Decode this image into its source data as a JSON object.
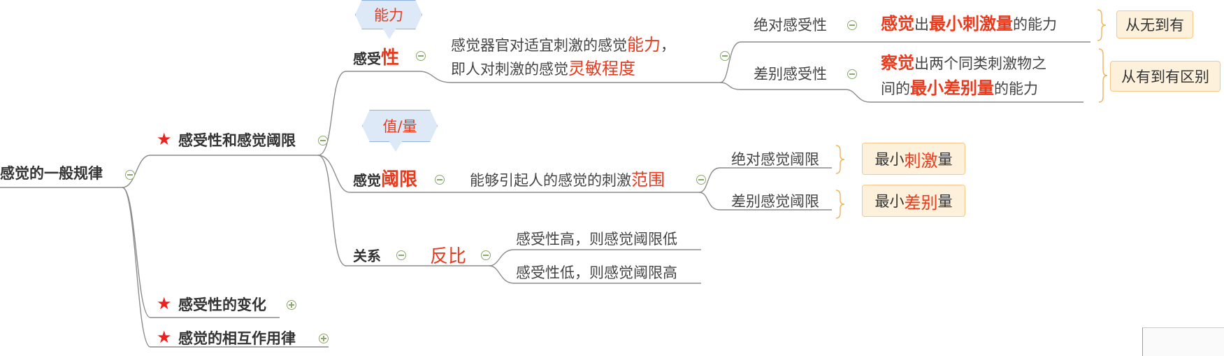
{
  "root": "感觉的一般规律",
  "branches": {
    "sensitivity_threshold": "感受性和感觉阈限",
    "sensitivity_change": "感受性的变化",
    "interaction": "感觉的相互作用律"
  },
  "sensitivity": {
    "label_prefix": "感受",
    "label_highlight": "性",
    "callout": "能力",
    "definition_line1_pre": "感觉器官对适宜刺激的感觉",
    "definition_line1_hl": "能力",
    "definition_line1_post": "，",
    "definition_line2_pre": "即人对刺激的感觉",
    "definition_line2_hl": "灵敏程度",
    "absolute": {
      "label": "绝对感受性",
      "desc_hl1": "感觉",
      "desc_mid": "出",
      "desc_hl2": "最小刺激量",
      "desc_post": "的能力",
      "note": "从无到有"
    },
    "difference": {
      "label": "差别感受性",
      "desc_hl1": "察觉",
      "desc_line1_rest": "出两个同类刺激物之",
      "desc_line2_pre": "间的",
      "desc_hl2": "最小差别量",
      "desc_post": "的能力",
      "note": "从有到有区别"
    }
  },
  "threshold": {
    "label_prefix": "感觉",
    "label_highlight": "阈限",
    "callout": "值/量",
    "definition_pre": "能够引起人的感觉的刺激",
    "definition_hl": "范围",
    "absolute": {
      "label": "绝对感觉阈限",
      "note_pre": "最小",
      "note_hl": "刺激",
      "note_post": "量"
    },
    "difference": {
      "label": "差别感觉阈限",
      "note_pre": "最小",
      "note_hl": "差别",
      "note_post": "量"
    }
  },
  "relation": {
    "label": "关系",
    "value": "反比",
    "line1": "感受性高，则感觉阈限低",
    "line2": "感受性低，则感觉阈限高"
  },
  "colors": {
    "highlight": "#ea3a1d",
    "line": "#8c8c8c",
    "callout_fill": "#dde9f6",
    "note_fill": "#fdf1dc"
  }
}
